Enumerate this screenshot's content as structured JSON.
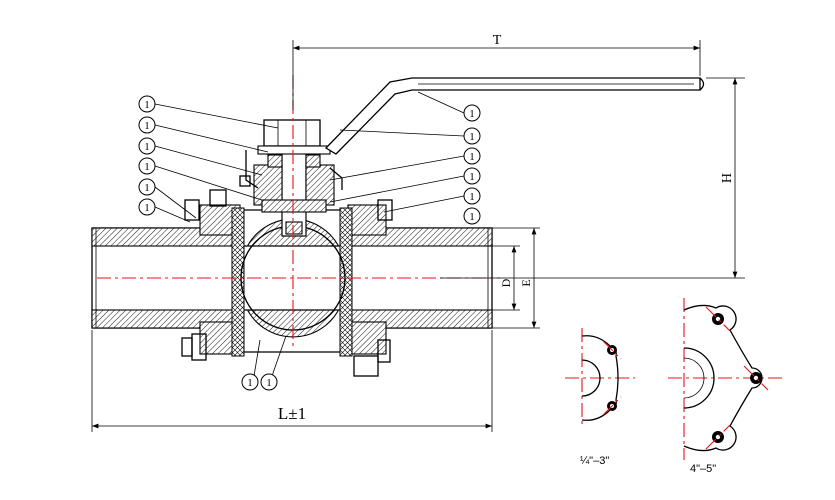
{
  "balloon_label": "1",
  "dimensions": {
    "T": "T",
    "H": "H",
    "D": "D",
    "E": "E",
    "L": "L±1"
  },
  "details": {
    "small": "¼\"–3\"",
    "large": "4\"–5\""
  },
  "colors": {
    "line": "#000000",
    "centerline": "#e8141c",
    "background": "#ffffff"
  }
}
